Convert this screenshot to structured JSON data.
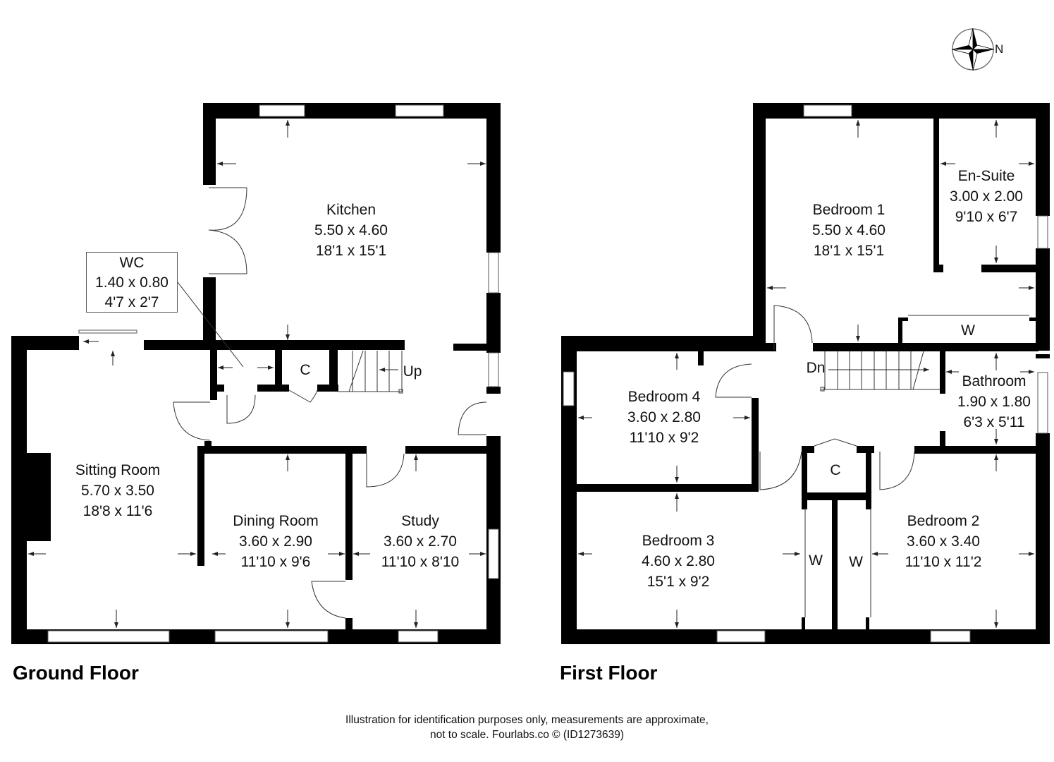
{
  "compass": {
    "label": "N",
    "icon": "compass-rose-icon"
  },
  "ground_floor": {
    "title": "Ground Floor",
    "rooms": {
      "kitchen": {
        "name": "Kitchen",
        "metric": "5.50 x 4.60",
        "imperial": "18'1 x 15'1"
      },
      "wc": {
        "name": "WC",
        "metric": "1.40 x 0.80",
        "imperial": "4'7 x 2'7"
      },
      "cupboard": {
        "name": "C"
      },
      "stairs": {
        "label": "Up"
      },
      "sitting_room": {
        "name": "Sitting Room",
        "metric": "5.70 x 3.50",
        "imperial": "18'8 x 11'6"
      },
      "dining_room": {
        "name": "Dining Room",
        "metric": "3.60 x 2.90",
        "imperial": "11'10 x 9'6"
      },
      "study": {
        "name": "Study",
        "metric": "3.60 x 2.70",
        "imperial": "11'10 x 8'10"
      }
    }
  },
  "first_floor": {
    "title": "First Floor",
    "rooms": {
      "bedroom1": {
        "name": "Bedroom 1",
        "metric": "5.50 x 4.60",
        "imperial": "18'1 x 15'1"
      },
      "ensuite": {
        "name": "En-Suite",
        "metric": "3.00 x 2.00",
        "imperial": "9'10 x 6'7"
      },
      "wardrobe1": {
        "name": "W"
      },
      "stairs": {
        "label": "Dn"
      },
      "bathroom": {
        "name": "Bathroom",
        "metric": "1.90 x 1.80",
        "imperial": "6'3 x 5'11"
      },
      "bedroom4": {
        "name": "Bedroom 4",
        "metric": "3.60 x 2.80",
        "imperial": "11'10 x 9'2"
      },
      "cupboard": {
        "name": "C"
      },
      "bedroom3": {
        "name": "Bedroom 3",
        "metric": "4.60 x 2.80",
        "imperial": "15'1 x 9'2"
      },
      "wardrobe2": {
        "name": "W"
      },
      "wardrobe3": {
        "name": "W"
      },
      "bedroom2": {
        "name": "Bedroom 2",
        "metric": "3.60 x 3.40",
        "imperial": "11'10 x 11'2"
      }
    }
  },
  "footer": {
    "line1": "Illustration for identification purposes only, measurements are approximate,",
    "line2": "not to scale. Fourlabs.co © (ID1273639)"
  }
}
